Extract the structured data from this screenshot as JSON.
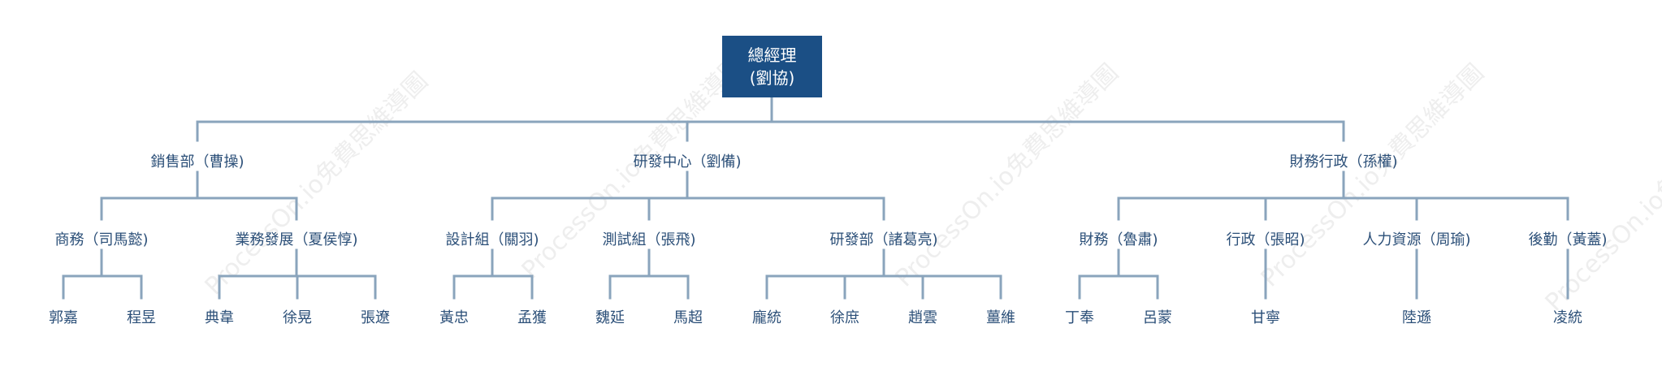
{
  "watermark_text": "ProcessOn.io免費思維導圖",
  "colors": {
    "root_fill": "#1b4f85",
    "root_text": "#ffffff",
    "node_text": "#2b4f78",
    "connector": "#8aa4bc"
  },
  "tree": {
    "label": "總經理",
    "sublabel": "(劉協)",
    "children": [
      {
        "label": "銷售部（曹操)",
        "children": [
          {
            "label": "商務（司馬懿)",
            "children": [
              {
                "label": "郭嘉"
              },
              {
                "label": "程昱"
              }
            ]
          },
          {
            "label": "業務發展（夏侯惇)",
            "children": [
              {
                "label": "典韋"
              },
              {
                "label": "徐晃"
              },
              {
                "label": "張遼"
              }
            ]
          }
        ]
      },
      {
        "label": "研發中心（劉備)",
        "children": [
          {
            "label": "設計組（關羽)",
            "children": [
              {
                "label": "黃忠"
              },
              {
                "label": "孟獲"
              }
            ]
          },
          {
            "label": "測試組（張飛)",
            "children": [
              {
                "label": "魏延"
              },
              {
                "label": "馬超"
              }
            ]
          },
          {
            "label": "研發部（諸葛亮)",
            "children": [
              {
                "label": "龐統"
              },
              {
                "label": "徐庶"
              },
              {
                "label": "趙雲"
              },
              {
                "label": "薑維"
              }
            ]
          }
        ]
      },
      {
        "label": "財務行政（孫權)",
        "children": [
          {
            "label": "財務（魯肅)",
            "children": [
              {
                "label": "丁奉"
              },
              {
                "label": "呂蒙"
              }
            ]
          },
          {
            "label": "行政（張昭)",
            "children": [
              {
                "label": "甘寧"
              }
            ]
          },
          {
            "label": "人力資源（周瑜)",
            "children": [
              {
                "label": "陸遜"
              }
            ]
          },
          {
            "label": "後勤（黃蓋)",
            "children": [
              {
                "label": "凌統"
              }
            ]
          }
        ]
      }
    ]
  }
}
